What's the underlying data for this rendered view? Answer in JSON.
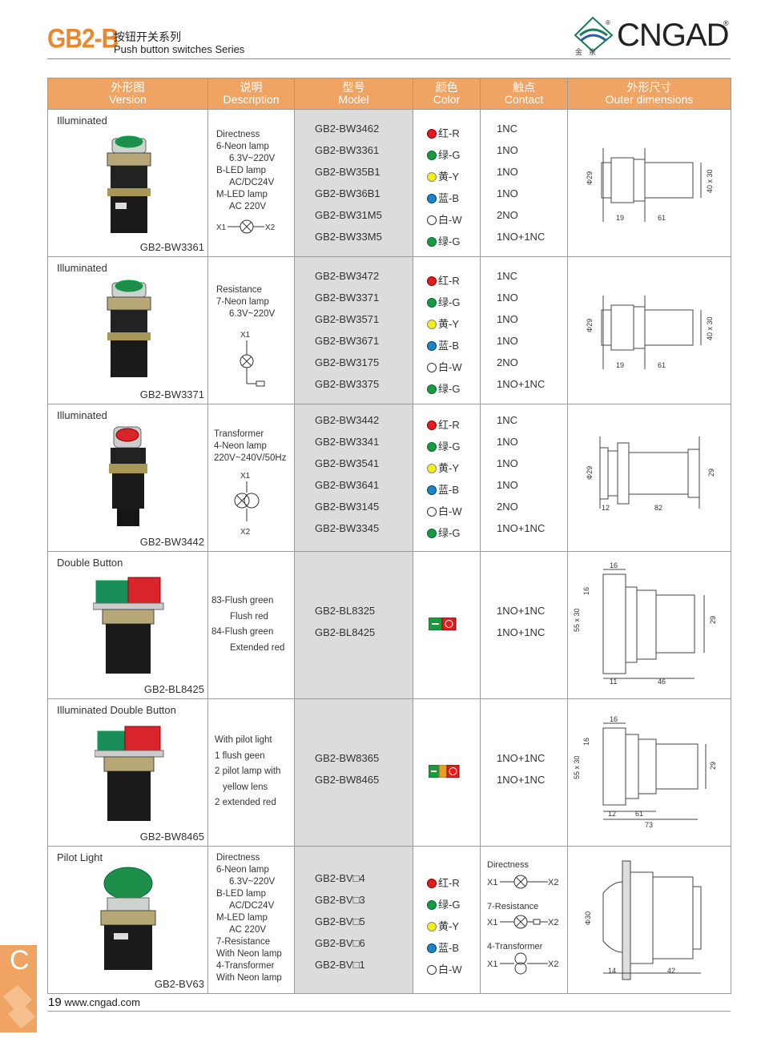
{
  "header": {
    "title": "GB2-B",
    "title_cn": "按钮开关系列",
    "title_en": "Push button switches Series"
  },
  "brand": {
    "logo": "CNGAD",
    "reg": "®",
    "sub": "金泉"
  },
  "table": {
    "headers": [
      {
        "cn": "外形图",
        "en": "Version"
      },
      {
        "cn": "说明",
        "en": "Description"
      },
      {
        "cn": "型号",
        "en": "Model"
      },
      {
        "cn": "颜色",
        "en": "Color"
      },
      {
        "cn": "触点",
        "en": "Contact"
      },
      {
        "cn": "外形尺寸",
        "en": "Outer dimensions"
      }
    ],
    "rows": [
      {
        "version": "Illuminated",
        "photo_model": "GB2-BW3361",
        "desc": [
          "Directness",
          "6-Neon lamp",
          "6.3V~220V",
          "B-LED lamp",
          "AC/DC24V",
          "M-LED lamp",
          "AC 220V"
        ],
        "symbol": {
          "x1": "X1",
          "x2": "X2"
        },
        "models": [
          "GB2-BW3462",
          "GB2-BW3361",
          "GB2-BW35B1",
          "GB2-BW36B1",
          "GB2-BW31M5",
          "GB2-BW33M5"
        ],
        "colors": [
          "红-R",
          "绿-G",
          "黄-Y",
          "蓝-B",
          "白-W",
          "绿-G"
        ],
        "contacts": [
          "1NC",
          "1NO",
          "1NO",
          "1NO",
          "2NO",
          "1NO+1NC"
        ],
        "dims": {
          "d": "Φ29",
          "a": "19",
          "b": "61",
          "h": "40 x 30"
        }
      },
      {
        "version": "Illuminated",
        "photo_model": "GB2-BW3371",
        "desc": [
          "Resistance",
          "7-Neon lamp",
          "6.3V~220V"
        ],
        "symbol": {
          "x1": "X1"
        },
        "models": [
          "GB2-BW3472",
          "GB2-BW3371",
          "GB2-BW3571",
          "GB2-BW3671",
          "GB2-BW3175",
          "GB2-BW3375"
        ],
        "colors": [
          "红-R",
          "绿-G",
          "黄-Y",
          "蓝-B",
          "白-W",
          "绿-G"
        ],
        "contacts": [
          "1NC",
          "1NO",
          "1NO",
          "1NO",
          "2NO",
          "1NO+1NC"
        ],
        "dims": {
          "d": "Φ29",
          "a": "19",
          "b": "61",
          "h": "40 x 30"
        }
      },
      {
        "version": "Illuminated",
        "photo_model": "GB2-BW3442",
        "desc": [
          "Transformer",
          "4-Neon lamp",
          "220V~240V/50Hz"
        ],
        "symbol": {
          "x1": "X1",
          "x2": "X2"
        },
        "models": [
          "GB2-BW3442",
          "GB2-BW3341",
          "GB2-BW3541",
          "GB2-BW3641",
          "GB2-BW3145",
          "GB2-BW3345"
        ],
        "colors": [
          "红-R",
          "绿-G",
          "黄-Y",
          "蓝-B",
          "白-W",
          "绿-G"
        ],
        "contacts": [
          "1NC",
          "1NO",
          "1NO",
          "1NO",
          "2NO",
          "1NO+1NC"
        ],
        "dims": {
          "d": "Φ29",
          "a": "12",
          "b": "82",
          "h": "29"
        }
      },
      {
        "version": "Double Button",
        "photo_model": "GB2-BL8425",
        "desc": [
          "83-Flush green",
          "Flush red",
          "84-Flush green",
          "Extended red"
        ],
        "models": [
          "GB2-BL8325",
          "GB2-BL8425"
        ],
        "contacts": [
          "1NO+1NC",
          "1NO+1NC"
        ],
        "dims": {
          "t": "16",
          "s": "16",
          "d": "55 x 30",
          "a": "11",
          "b": "46",
          "h": "29"
        }
      },
      {
        "version": "Illuminated Double Button",
        "photo_model": "GB2-BW8465",
        "desc": [
          "With pilot light",
          "1 flush geen",
          "2 pilot lamp with",
          "yellow lens",
          "2 extended red"
        ],
        "models": [
          "GB2-BW8365",
          "GB2-BW8465"
        ],
        "contacts": [
          "1NO+1NC",
          "1NO+1NC"
        ],
        "dims": {
          "t": "16",
          "s": "16",
          "d": "55 x 30",
          "a": "12",
          "b": "61",
          "c": "73",
          "h": "29"
        }
      },
      {
        "version": "Pilot Light",
        "photo_model": "GB2-BV63",
        "desc": [
          "Directness",
          "6-Neon lamp",
          "6.3V~220V",
          "B-LED lamp",
          "AC/DC24V",
          "M-LED lamp",
          "AC 220V",
          "7-Resistance",
          "With Neon lamp",
          "4-Transformer",
          "With Neon lamp"
        ],
        "models": [
          "GB2-BV□4",
          "GB2-BV□3",
          "GB2-BV□5",
          "GB2-BV□6",
          "GB2-BV□1"
        ],
        "colors": [
          "红-R",
          "绿-G",
          "黄-Y",
          "蓝-B",
          "白-W"
        ],
        "contact_symbols": [
          {
            "label": "Directness",
            "x1": "X1",
            "x2": "X2"
          },
          {
            "label": "7-Resistance",
            "x1": "X1",
            "x2": "X2"
          },
          {
            "label": "4-Transformer",
            "x1": "X1",
            "x2": "X2"
          }
        ],
        "dims": {
          "d": "Φ30",
          "a": "14",
          "b": "42"
        }
      }
    ]
  },
  "section_tab": "C",
  "footer": {
    "page": "19",
    "url": "www.cngad.com"
  },
  "palette": {
    "accent": "#f0a463",
    "title": "#e8892f",
    "model_bg": "#dcdcdc",
    "red": "#e21c1c",
    "green": "#1a9a3a",
    "yellow": "#f4ee1a",
    "blue": "#1c84c8"
  },
  "icons": [
    "lamp-symbol-icon",
    "resistor-icon",
    "transformer-icon",
    "red-lamp-dot-icon",
    "green-lamp-dot-icon",
    "yellow-lamp-dot-icon",
    "blue-lamp-dot-icon",
    "white-lamp-dot-icon",
    "double-button-color-icon",
    "logo-mark-icon"
  ]
}
